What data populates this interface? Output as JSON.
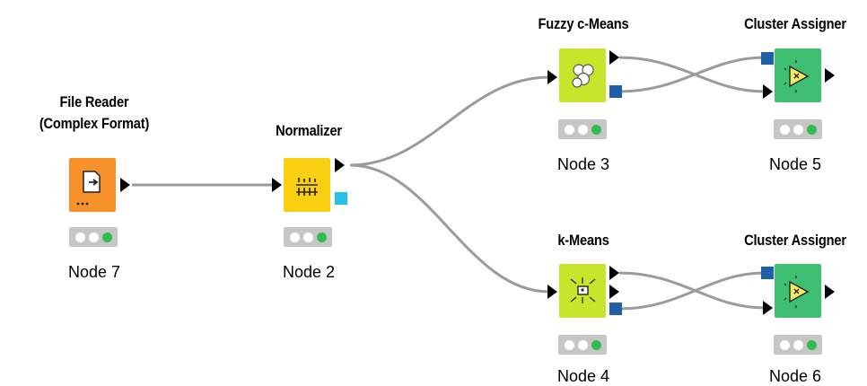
{
  "workflow": {
    "colors": {
      "source": "#f7922a",
      "manipulator": "#f9cf12",
      "learner": "#c9e52b",
      "predictor": "#3fbf72",
      "wire": "#9b9b9b",
      "model_port_pmml": "#29c0e7",
      "model_port_cluster": "#1f5fa8",
      "status_ok": "#2fbd4f"
    },
    "nodes": [
      {
        "id": "node7",
        "title_line1": "File Reader",
        "title_line2": "(Complex Format)",
        "label": "Node 7",
        "icon": "file-reader-icon",
        "status": "executed"
      },
      {
        "id": "node2",
        "title": "Normalizer",
        "label": "Node 2",
        "icon": "normalizer-icon",
        "status": "executed"
      },
      {
        "id": "node3",
        "title": "Fuzzy c-Means",
        "label": "Node 3",
        "icon": "fuzzy-cmeans-icon",
        "status": "executed"
      },
      {
        "id": "node5",
        "title": "Cluster Assigner",
        "label": "Node 5",
        "icon": "cluster-assigner-icon",
        "status": "executed"
      },
      {
        "id": "node4",
        "title": "k-Means",
        "label": "Node 4",
        "icon": "kmeans-icon",
        "status": "executed"
      },
      {
        "id": "node6",
        "title": "Cluster Assigner",
        "label": "Node 6",
        "icon": "cluster-assigner-icon",
        "status": "executed"
      }
    ]
  }
}
